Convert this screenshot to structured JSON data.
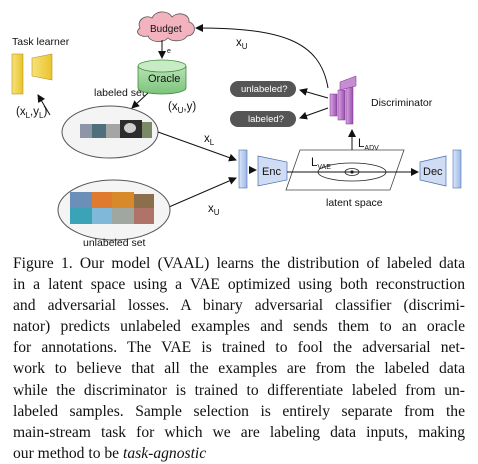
{
  "figure": {
    "budget": "Budget",
    "budget_edge": "e",
    "oracle": "Oracle",
    "task_learner": "Task learner",
    "labeled_set": "labeled set",
    "unlabeled_set": "unlabeled set",
    "discriminator": "Discriminator",
    "unlabeled_q": "unlabeled?",
    "labeled_q": "labeled?",
    "enc": "Enc",
    "dec": "Dec",
    "latent_space": "latent space",
    "l_vae": "VAE",
    "l_adv": "ADV",
    "l_letter": "L",
    "xL_yL": "(x",
    "xU_y": "(x",
    "x_letter": "x",
    "sub_L": "L",
    "sub_U": "U",
    "y_part": ",y",
    "close_paren": ")"
  },
  "caption": {
    "lines": [
      "Figure 1. Our model (VAAL) learns the distribution of labeled data",
      "in a latent space using a VAE optimized using both reconstruction",
      "and adversarial losses.  A binary adversarial classifier (discrimi-",
      "nator) predicts unlabeled examples and sends them to an oracle",
      "for annotations.  The VAE is trained to fool the adversarial net-",
      "work to believe that all the examples are from the labeled data",
      "while the discriminator is trained to differentiate labeled from un-",
      "labeled samples.  Sample selection is entirely separate from the",
      "main-stream task for which we are labeling data inputs, making"
    ],
    "last_prefix": "our method to be ",
    "last_italic": "task-agnostic"
  },
  "colors": {
    "task_learner_yellow": "#f4d44a",
    "oracle_green": "#9bd39a",
    "budget_pink": "#f3b3be",
    "enc_dec_blue": "#b8cdef",
    "discriminator_purple": "#b46fc3"
  }
}
